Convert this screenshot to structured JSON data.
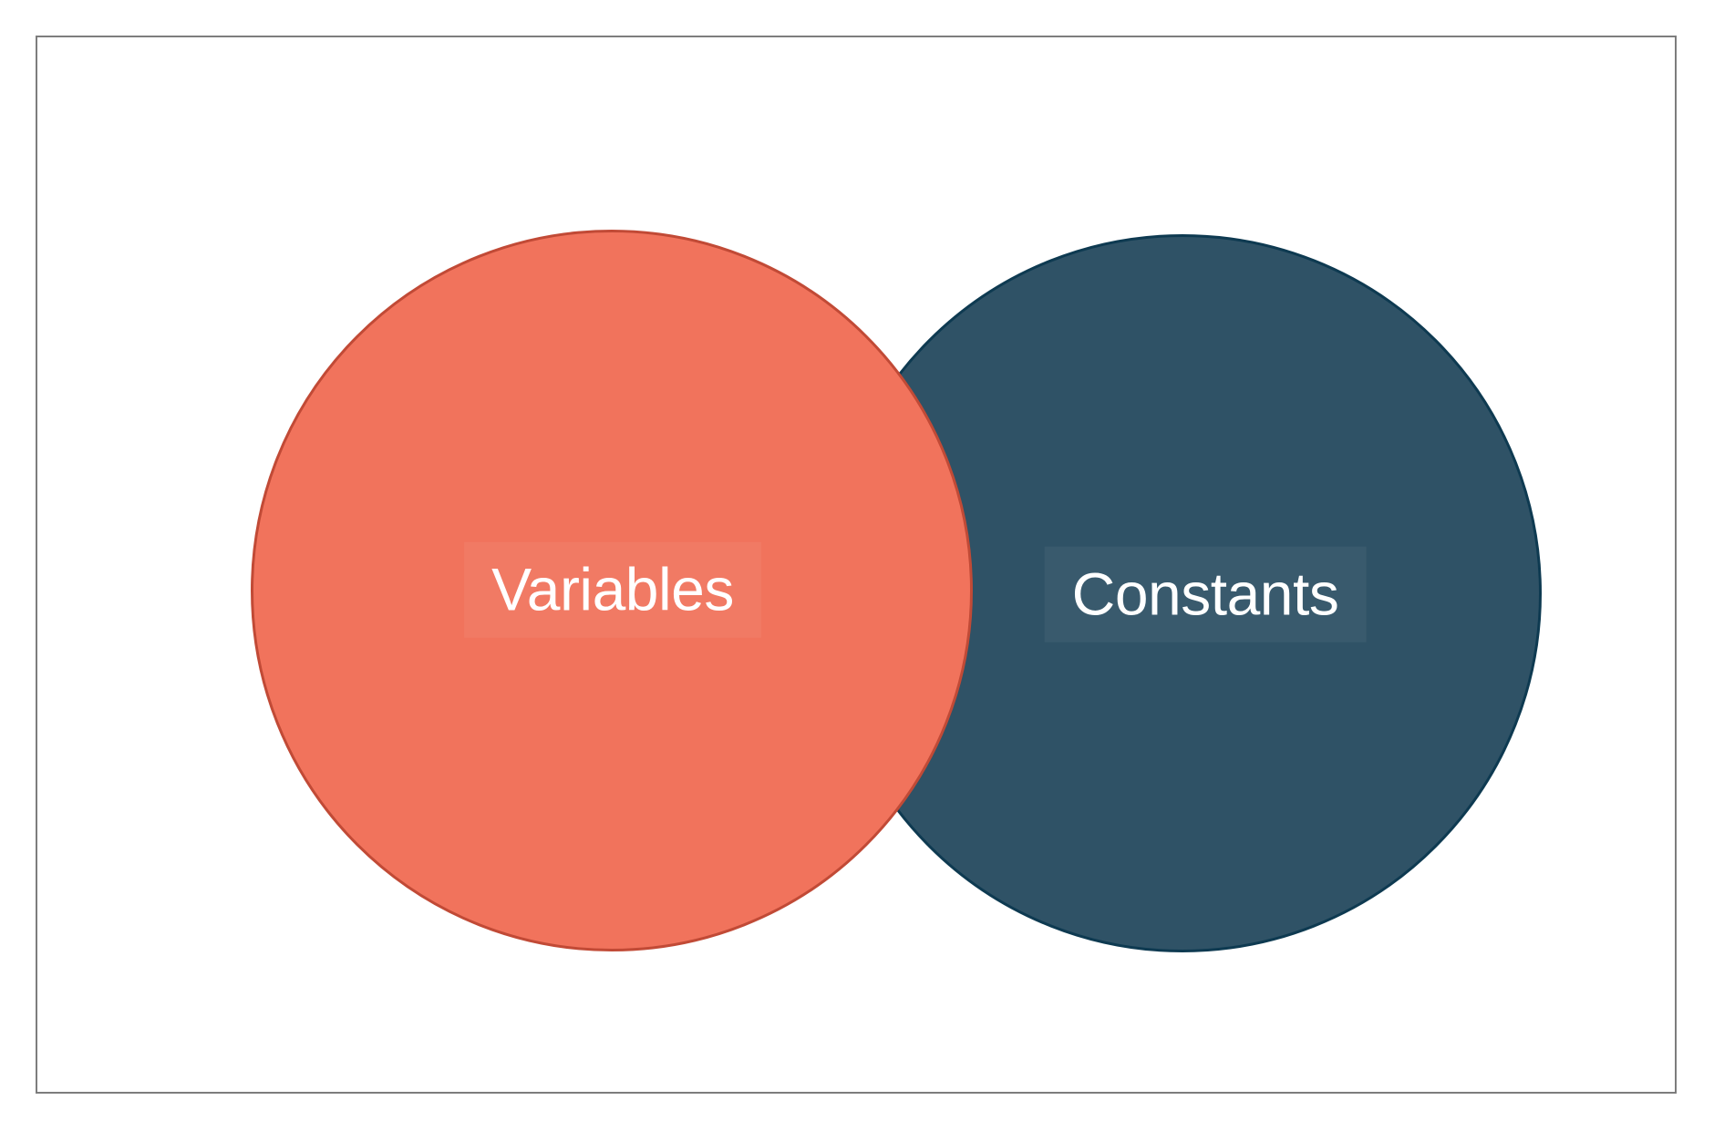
{
  "page": {
    "background": "#ffffff",
    "frame_border_color": "#7d7d7d"
  },
  "diagram": {
    "type": "venn-diagram",
    "circles": [
      {
        "id": "variables",
        "label": "Variables",
        "fill": "#f1735c",
        "stroke": "#c14a36",
        "text_color": "#ffffff"
      },
      {
        "id": "constants",
        "label": "Constants",
        "fill": "#2f5266",
        "stroke": "#0e3a51",
        "text_color": "#ffffff"
      }
    ]
  }
}
